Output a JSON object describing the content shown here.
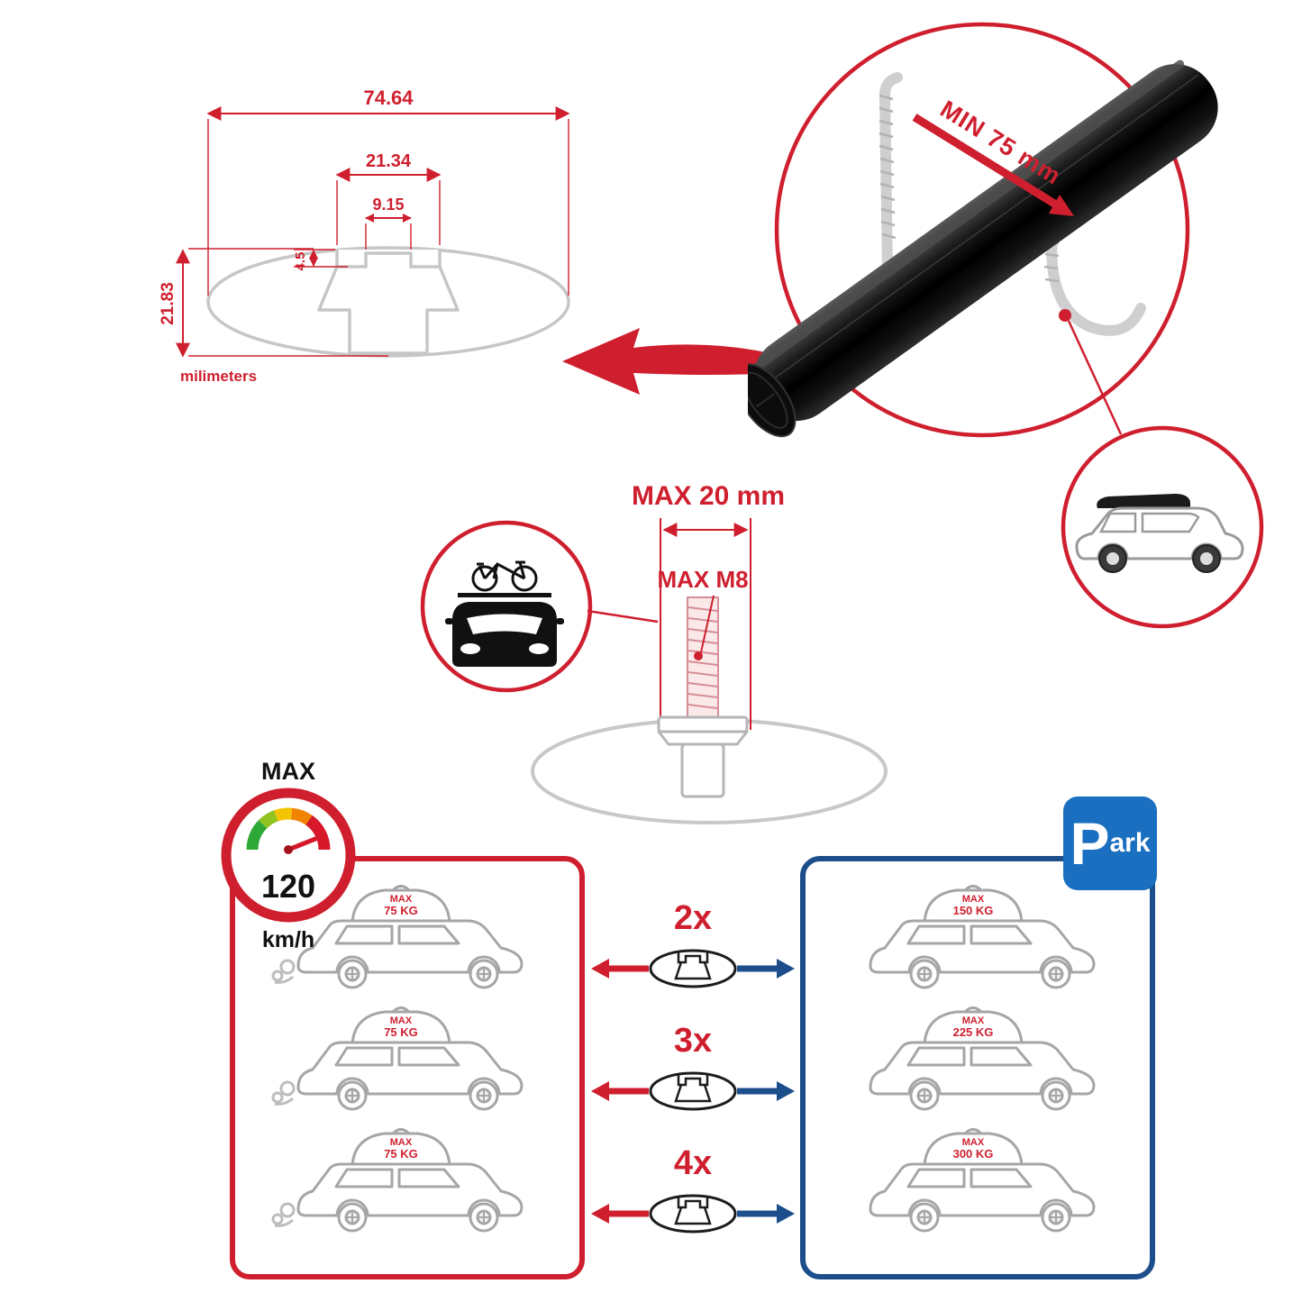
{
  "colors": {
    "accent_red": "#cf1f2e",
    "panel_blue": "#1d4e8c",
    "park_blue": "#1a6fc0",
    "outline_gray": "#c6c6c6"
  },
  "dimension_diagram": {
    "total_width": "74.64",
    "upper_width": "21.34",
    "inner_width": "9.15",
    "step_height": "4.5",
    "total_height": "21.83",
    "unit_label": "milimeters"
  },
  "crossbar_callout": {
    "min_label": "MIN 75 mm"
  },
  "bolt_callout": {
    "width_label": "MAX 20 mm",
    "thread_label": "MAX M8"
  },
  "speedometer": {
    "title": "MAX",
    "value": "120",
    "unit": "km/h"
  },
  "park_sign": {
    "letter": "P",
    "suffix": "ark"
  },
  "comparison": {
    "rows": [
      {
        "multiplier": "2x",
        "left_max": "MAX",
        "left_load": "75 KG",
        "right_max": "MAX",
        "right_load": "150 KG"
      },
      {
        "multiplier": "3x",
        "left_max": "MAX",
        "left_load": "75 KG",
        "right_max": "MAX",
        "right_load": "225 KG"
      },
      {
        "multiplier": "4x",
        "left_max": "MAX",
        "left_load": "75 KG",
        "right_max": "MAX",
        "right_load": "300 KG"
      }
    ]
  }
}
